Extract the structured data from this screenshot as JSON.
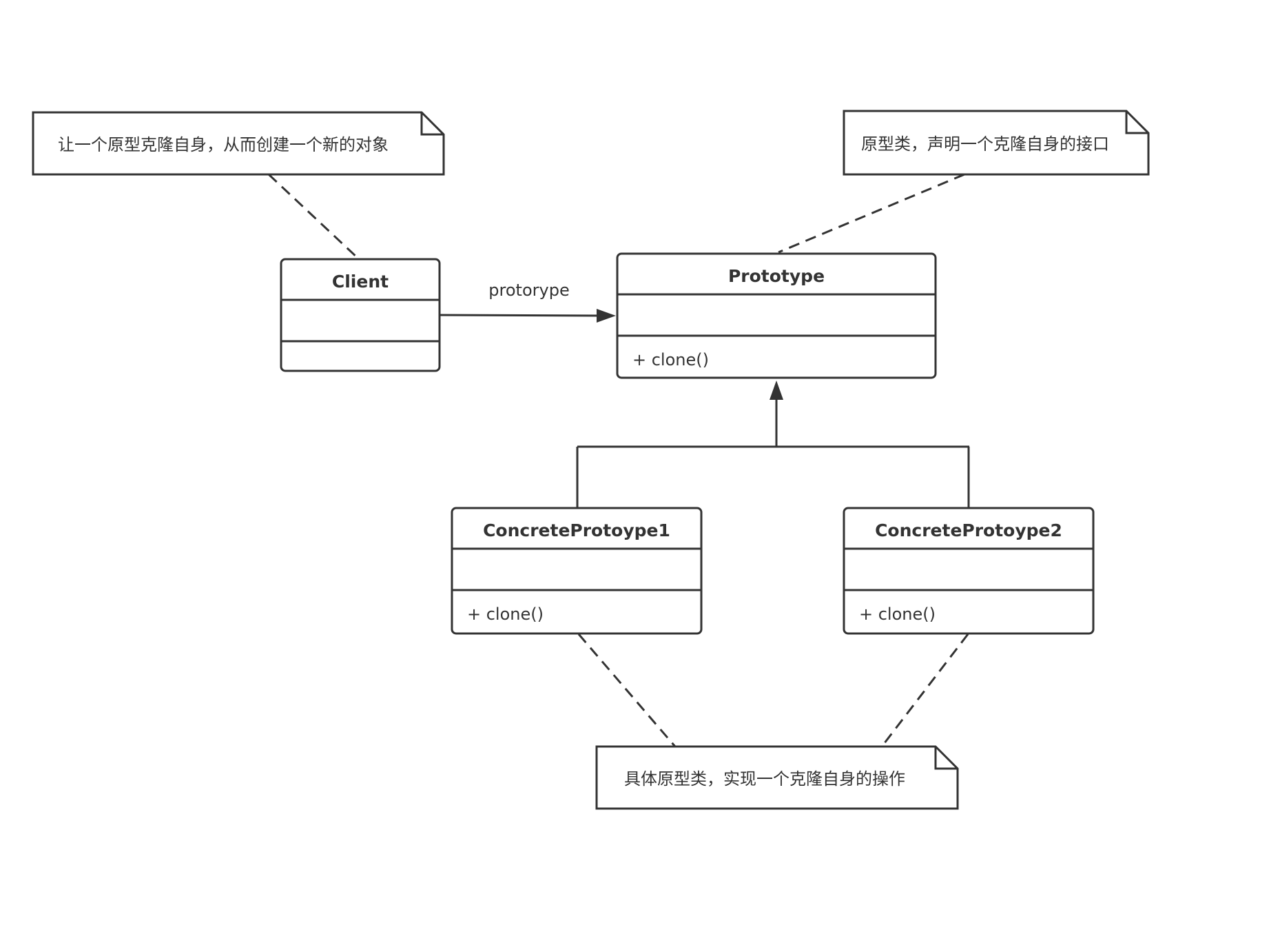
{
  "diagram": {
    "type": "UML class diagram",
    "notes": {
      "client": "让一个原型克隆自身，从而创建一个新的对象",
      "prototype": "原型类，声明一个克隆自身的接口",
      "concrete": "具体原型类，实现一个克隆自身的操作"
    },
    "classes": {
      "client": {
        "name": "Client",
        "attributes": [],
        "methods": []
      },
      "prototype": {
        "name": "Prototype",
        "attributes": [],
        "methods": [
          "+ clone()"
        ]
      },
      "concrete1": {
        "name": "ConcreteProtoype1",
        "attributes": [],
        "methods": [
          "+ clone()"
        ]
      },
      "concrete2": {
        "name": "ConcreteProtoype2",
        "attributes": [],
        "methods": [
          "+ clone()"
        ]
      }
    },
    "relations": {
      "association_label": "protorype"
    }
  }
}
